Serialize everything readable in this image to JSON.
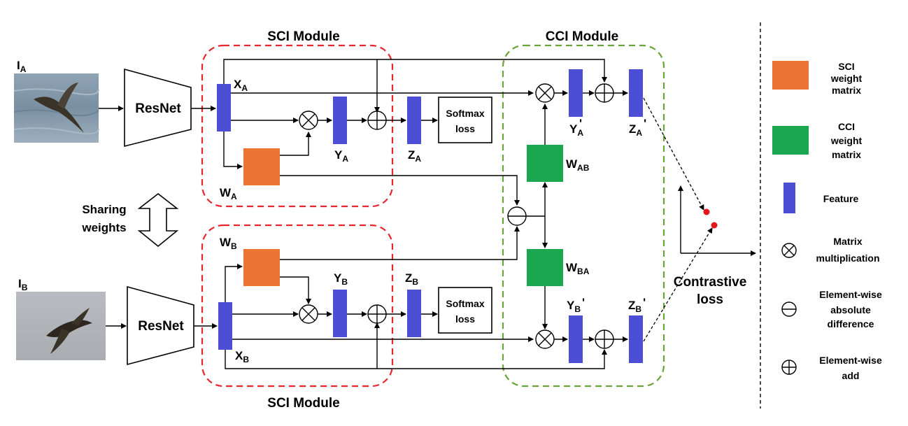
{
  "images": {
    "top_label": "I",
    "top_sub": "A",
    "bottom_label": "I",
    "bottom_sub": "B"
  },
  "resnet": {
    "top": "ResNet",
    "bottom": "ResNet"
  },
  "sharing": {
    "line1": "Sharing",
    "line2": "weights"
  },
  "modules": {
    "sci_top": "SCI Module",
    "sci_bottom": "SCI Module",
    "cci": "CCI Module"
  },
  "features": {
    "XA": {
      "main": "X",
      "sub": "A"
    },
    "XB": {
      "main": "X",
      "sub": "B"
    },
    "YA": {
      "main": "Y",
      "sub": "A"
    },
    "YB": {
      "main": "Y",
      "sub": "B"
    },
    "ZA": {
      "main": "Z",
      "sub": "A"
    },
    "ZB": {
      "main": "Z",
      "sub": "B"
    },
    "WA": {
      "main": "W",
      "sub": "A"
    },
    "WB": {
      "main": "W",
      "sub": "B"
    },
    "WAB": {
      "main": "W",
      "sub": "AB"
    },
    "WBA": {
      "main": "W",
      "sub": "BA"
    },
    "YAp": {
      "main": "Y",
      "sub": "A",
      "prime": "'"
    },
    "YBp": {
      "main": "Y",
      "sub": "B",
      "prime": "'"
    },
    "ZAp": {
      "main": "Z",
      "sub": "A",
      "prime": "'"
    },
    "ZBp": {
      "main": "Z",
      "sub": "B",
      "prime": "'"
    }
  },
  "softmax": {
    "line1": "Softmax",
    "line2": "loss"
  },
  "contrastive": {
    "line1": "Contrastive",
    "line2": "loss"
  },
  "legend": {
    "sci": [
      "SCI",
      "weight",
      "matrix"
    ],
    "cci": [
      "CCI",
      "weight",
      "matrix"
    ],
    "feature": "Feature",
    "matmul": [
      "Matrix",
      "multiplication"
    ],
    "absdiff": [
      "Element-wise",
      "absolute",
      "difference"
    ],
    "add": [
      "Element-wise",
      "add"
    ]
  },
  "colors": {
    "feature": "#4c4fd6",
    "sci_weight": "#ec7533",
    "cci_weight": "#1aa750",
    "sci_border": "#e8262b",
    "cci_border": "#6aa33a",
    "point": "#e8141c"
  }
}
